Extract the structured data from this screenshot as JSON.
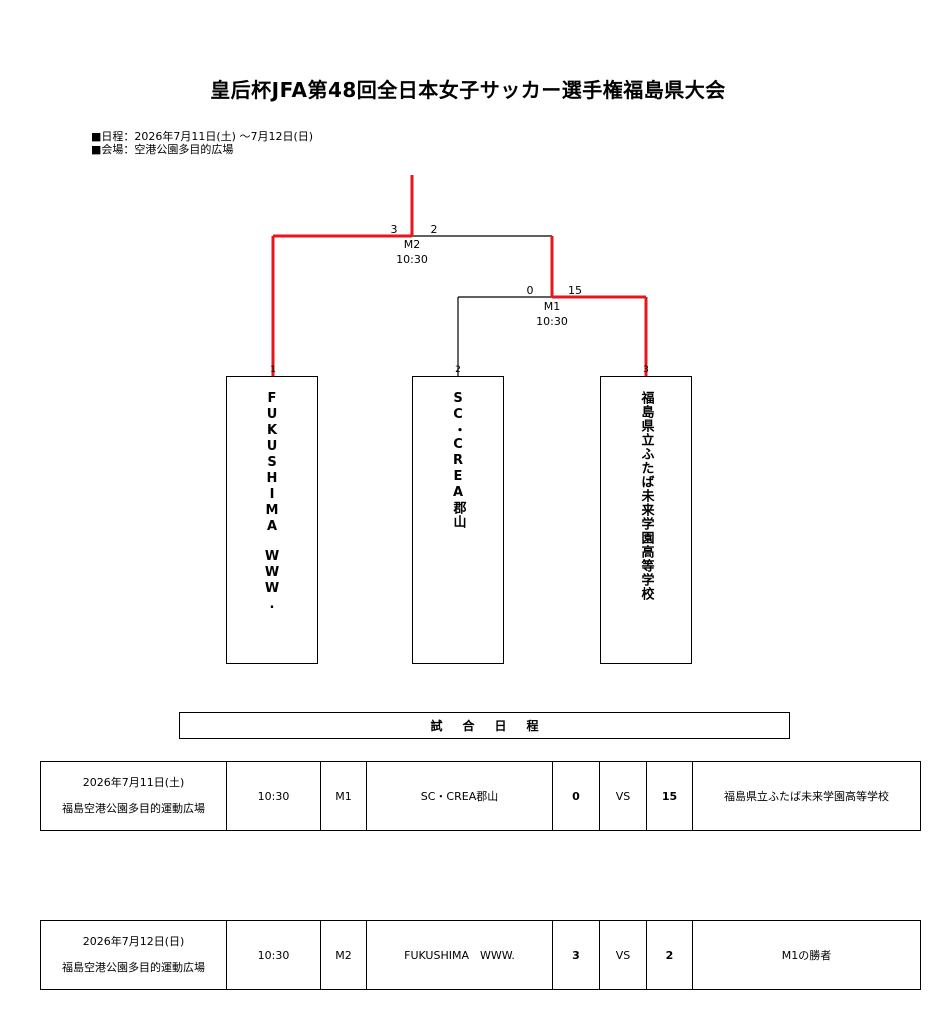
{
  "title": "皇后杯JFA第48回全日本女子サッカー選手権福島県大会",
  "info": {
    "schedule": "■日程：2026年7月11日(土) ～7月12日(日)",
    "venue": "■会場：空港公園多目的広場"
  },
  "bracket": {
    "final": {
      "id": "M2",
      "time": "10:30",
      "score_left": "3",
      "score_right": "2"
    },
    "semi": {
      "id": "M1",
      "time": "10:30",
      "score_left": "0",
      "score_right": "15"
    },
    "seeds": [
      "1",
      "2",
      "3"
    ],
    "winner_color": "#e8161b"
  },
  "teams": [
    {
      "seed": "1",
      "name": "FUKUSHIMA　WWW."
    },
    {
      "seed": "2",
      "name": "SC・CREA郡山"
    },
    {
      "seed": "3",
      "name": "福島県立ふたば未来学園高等学校"
    }
  ],
  "schedule_header": "試合日程",
  "matches": [
    {
      "date": "2026年7月11日(土)",
      "venue": "福島空港公園多目的運動広場",
      "time": "10:30",
      "id": "M1",
      "home": "SC・CREA郡山",
      "home_score": "0",
      "vs": "VS",
      "away_score": "15",
      "away": "福島県立ふたば未来学園高等学校"
    },
    {
      "date": "2026年7月12日(日)",
      "venue": "福島空港公園多目的運動広場",
      "time": "10:30",
      "id": "M2",
      "home": "FUKUSHIMA　WWW.",
      "home_score": "3",
      "vs": "VS",
      "away_score": "2",
      "away": "M1の勝者"
    }
  ]
}
